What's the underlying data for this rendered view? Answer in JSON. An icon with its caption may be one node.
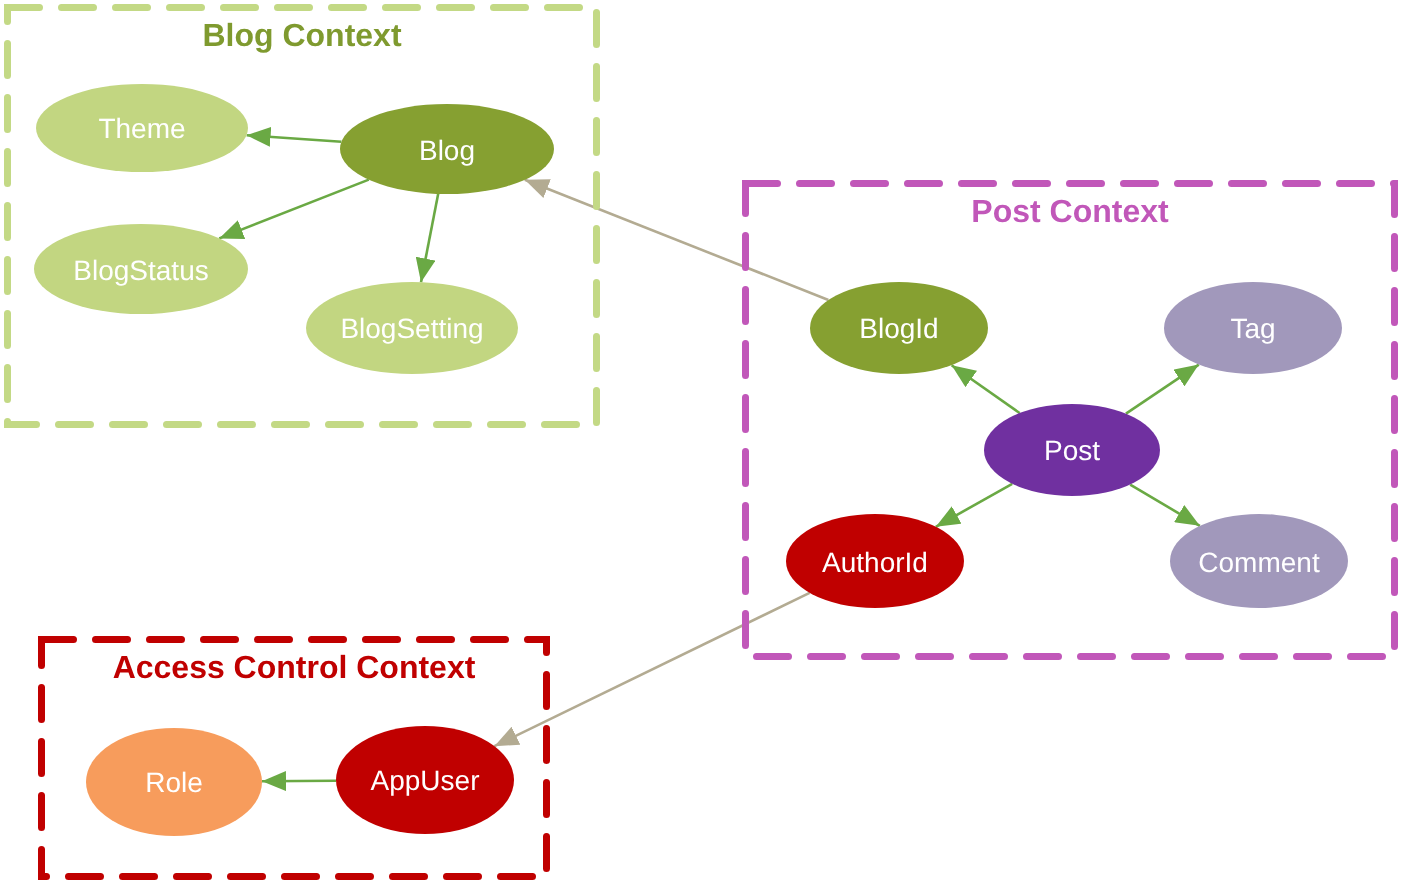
{
  "diagram": {
    "nodes": [
      {
        "text": [
          "Blog Context"
        ]
      },
      {
        "text": [
          "Theme"
        ],
        "in": 0
      },
      {
        "text": [
          "Blog"
        ],
        "in": 0
      },
      {
        "text": [
          "BlogStatus"
        ],
        "in": 0
      },
      {
        "text": [
          "BlogSetting"
        ],
        "in": 0
      },
      {
        "text": [
          "Post Context"
        ]
      },
      {
        "text": [
          "BlogId"
        ],
        "in": 5
      },
      {
        "text": [
          "Tag"
        ],
        "in": 5
      },
      {
        "text": [
          "Post"
        ],
        "in": 5
      },
      {
        "text": [
          "AuthorId"
        ],
        "in": 5
      },
      {
        "text": [
          "Comment"
        ],
        "in": 5
      },
      {
        "text": [
          "Access Control Context"
        ]
      },
      {
        "text": [
          "Role"
        ],
        "in": 11
      },
      {
        "text": [
          "AppUser"
        ],
        "in": 11
      }
    ],
    "edges": [
      {
        "from": 2,
        "to": 1,
        "arrow": "to"
      },
      {
        "from": 2,
        "to": 3,
        "arrow": "to"
      },
      {
        "from": 2,
        "to": 4,
        "arrow": "to"
      },
      {
        "from": 6,
        "to": 2,
        "arrow": "to",
        "color": "#b3ab92"
      },
      {
        "from": 8,
        "to": 6,
        "arrow": "to"
      },
      {
        "from": 8,
        "to": 7,
        "arrow": "to"
      },
      {
        "from": 8,
        "to": 9,
        "arrow": "to"
      },
      {
        "from": 8,
        "to": 10,
        "arrow": "to"
      },
      {
        "from": 9,
        "to": 13,
        "arrow": "to",
        "color": "#b3ab92"
      },
      {
        "from": 13,
        "to": 12,
        "arrow": "to"
      }
    ]
  }
}
